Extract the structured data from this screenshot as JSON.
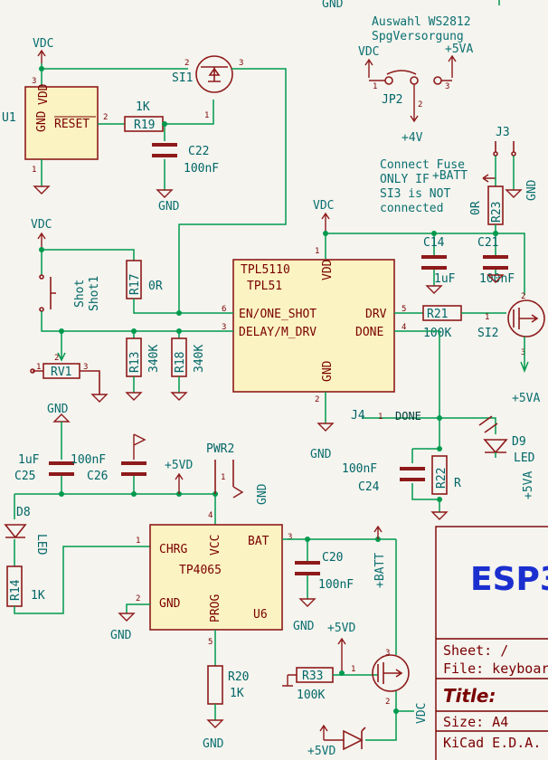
{
  "top_gnd": "GND",
  "notes": {
    "ws2812_line1": "Auswahl WS2812",
    "ws2812_line2": "SpgVersorgung",
    "fuse_line1": "Connect Fuse",
    "fuse_line2": "ONLY IF",
    "fuse_line3": "SI3 is NOT",
    "fuse_line4": "connected"
  },
  "power": {
    "vdc": "VDC",
    "gnd": "GND",
    "v5": "+5VD",
    "v5a": "+5VA",
    "v4": "+4V",
    "batt": "+BATT"
  },
  "components": {
    "u1": {
      "ref": "U1",
      "vdd": "VDD",
      "reset": "RESET",
      "gnd": "GND"
    },
    "si1": {
      "ref": "SI1"
    },
    "r19": {
      "ref": "R19",
      "value": "1K"
    },
    "c22": {
      "ref": "C22",
      "value": "100nF"
    },
    "jp2": {
      "ref": "JP2"
    },
    "j3": {
      "ref": "J3"
    },
    "r23": {
      "ref": "R23",
      "value": "0R"
    },
    "r17": {
      "ref": "R17",
      "value": "0R"
    },
    "shot": {
      "ref": "Shot1",
      "value": "Shot"
    },
    "tpl": {
      "ref": "TPL51",
      "value": "TPL5110",
      "vdd": "VDD",
      "en": "EN/ONE_SHOT",
      "delay": "DELAY/M_DRV",
      "drv": "DRV",
      "done": "DONE",
      "gnd": "GND"
    },
    "c14": {
      "ref": "C14",
      "value": "1uF"
    },
    "c21": {
      "ref": "C21",
      "value": "100nF"
    },
    "r21": {
      "ref": "R21",
      "value": "100K"
    },
    "si2": {
      "ref": "SI2"
    },
    "rv1": {
      "ref": "RV1"
    },
    "r13": {
      "ref": "R13",
      "value": "340K"
    },
    "r18": {
      "ref": "R18",
      "value": "340K"
    },
    "j4": {
      "ref": "J4",
      "net": "DONE"
    },
    "d9": {
      "ref": "D9",
      "value": "LED"
    },
    "c24": {
      "ref": "C24",
      "value": "100nF"
    },
    "r22": {
      "ref": "R22",
      "value": "R"
    },
    "c25": {
      "ref": "C25",
      "value": "1uF"
    },
    "c26": {
      "ref": "C26",
      "value": "100nF"
    },
    "pwr2": {
      "ref": "PWR2"
    },
    "d8": {
      "ref": "D8",
      "value": "LED"
    },
    "r14": {
      "ref": "R14",
      "value": "1K"
    },
    "tp": {
      "ref": "U6",
      "value": "TP4065",
      "chrg": "CHRG",
      "vcc": "VCC",
      "bat": "BAT",
      "gnd": "GND",
      "prog": "PROG"
    },
    "c20": {
      "ref": "C20",
      "value": "100nF"
    },
    "r20": {
      "ref": "R20",
      "value": "1K"
    },
    "r33": {
      "ref": "R33",
      "value": "100K"
    }
  },
  "pins": {
    "p1": "1",
    "p2": "2",
    "p3": "3",
    "p4": "4",
    "p5": "5",
    "p6": "6"
  },
  "title_block": {
    "big": "ESP3",
    "sheet": "Sheet: /",
    "file": "File: keyboar",
    "title": "Title:",
    "size": "Size: A4",
    "kicad": "KiCad E.D.A."
  }
}
